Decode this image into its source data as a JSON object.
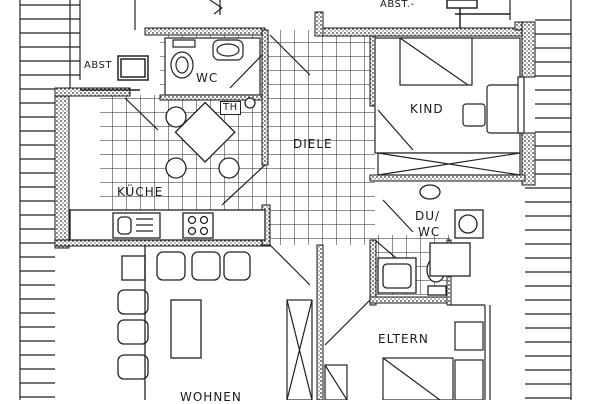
{
  "plan": {
    "type": "floor-plan",
    "rooms": [
      {
        "id": "kind",
        "label": "KIND"
      },
      {
        "id": "diele",
        "label": "DIELE"
      },
      {
        "id": "kueche",
        "label": "KÜCHE"
      },
      {
        "id": "wc",
        "label": "WC"
      },
      {
        "id": "du_wc_line1",
        "label": "DU/"
      },
      {
        "id": "du_wc_line2",
        "label": "WC"
      },
      {
        "id": "eltern",
        "label": "ELTERN"
      },
      {
        "id": "wohnen",
        "label": "WOHNEN"
      }
    ],
    "annotations": [
      {
        "id": "abst_left",
        "label": "ABST"
      },
      {
        "id": "abst_top",
        "label": "ABST.-"
      },
      {
        "id": "th",
        "label": "TH"
      }
    ],
    "colors": {
      "line": "#1a1a1a",
      "wall_fill": "#8a8a8a",
      "background": "#ffffff",
      "tile": "#333333"
    }
  }
}
